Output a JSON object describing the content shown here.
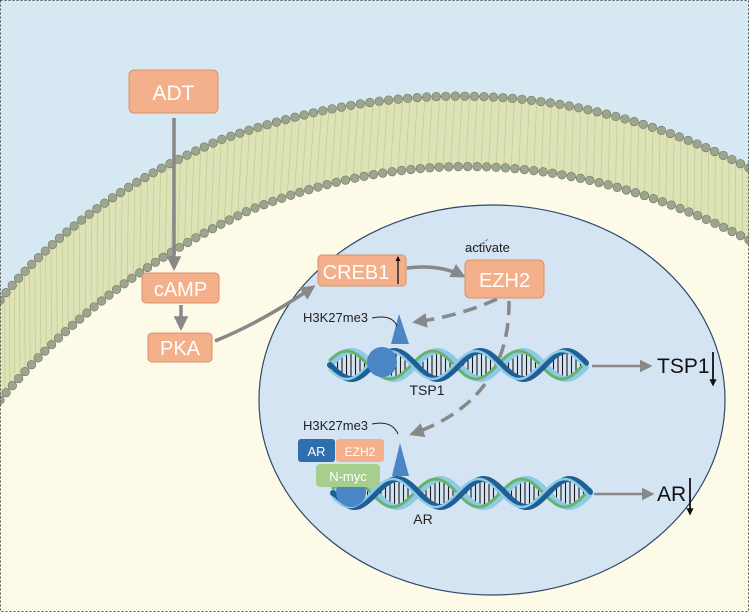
{
  "nodes": {
    "adt": "ADT",
    "camp": "cAMP",
    "pka": "PKA",
    "creb1": "CREB1",
    "ezh2": "EZH2"
  },
  "annotations": {
    "activate": "activate",
    "h3k27me3_top": "H3K27me3",
    "h3k27me3_bottom": "H3K27me3"
  },
  "genes": {
    "tsp1": "TSP1",
    "ar": "AR"
  },
  "outputs": {
    "tsp1": "TSP1",
    "ar": "AR"
  },
  "complex": {
    "ar": "AR",
    "ezh2": "EZH2",
    "nmyc": "N-myc"
  },
  "colors": {
    "extracellular": "#d6e9f2",
    "cytoplasm": "#fdfbe8",
    "membrane_fill": "#dde3b6",
    "membrane_bead": "#9ea58e",
    "nucleus": "#d5e4f3",
    "nucleus_border": "#2e4a6a",
    "node": "#f4b08a",
    "arrow": "#888888",
    "histone": "#4a86c5",
    "ar_box": "#2e6fad",
    "nmyc_box": "#a6cf8d",
    "dna_light": "#8ec9e6",
    "dna_dark": "#1f5f95",
    "dna_green": "#66b36e"
  }
}
